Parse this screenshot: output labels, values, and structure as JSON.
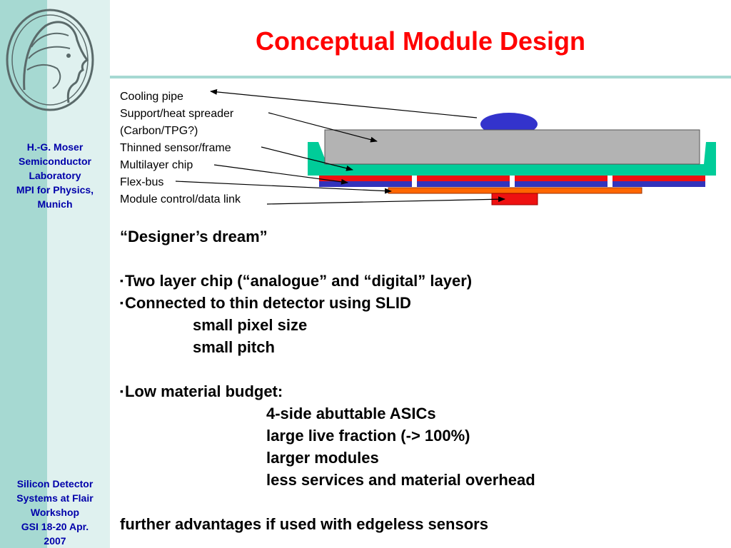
{
  "sidebar": {
    "author_lines": [
      "H.-G. Moser",
      "Semiconductor",
      "Laboratory",
      "MPI for Physics,",
      "Munich"
    ],
    "event_lines": [
      "Silicon Detector",
      "Systems at Flair",
      "Workshop",
      "GSI 18-20 Apr.",
      "2007"
    ]
  },
  "title": "Conceptual Module Design",
  "diagram_labels": {
    "cooling_pipe": "Cooling pipe",
    "support_heat_spreader": "Support/heat spreader",
    "support_note": "(Carbon/TPG?)",
    "thinned_sensor": "Thinned sensor/frame",
    "multilayer_chip": "Multilayer chip",
    "flex_bus": "Flex-bus",
    "module_control": "Module control/data link"
  },
  "colors": {
    "title_red": "#ff0000",
    "sidebar_teal": "#a6d9d2",
    "sidebar_light": "#dff1ef",
    "sidebar_text_blue": "#0000aa",
    "cooling_pipe_blue": "#3333cc",
    "support_gray": "#b3b3b3",
    "sensor_green": "#00cc99",
    "chip_red": "#ee1111",
    "chip_blue": "#3333bb",
    "flex_orange": "#ff6600"
  },
  "body": {
    "designers_dream": "“Designer’s dream”",
    "bullet_marker": "▪",
    "bullet1": "Two layer chip (“analogue” and  “digital” layer)",
    "bullet2": "Connected to thin detector using SLID",
    "sub2a": "small pixel size",
    "sub2b": "small pitch",
    "bullet3": "Low material budget:",
    "sub3a": "4-side abuttable ASICs",
    "sub3b": "large live fraction (-> 100%)",
    "sub3c": "larger modules",
    "sub3d": "less services and material overhead",
    "closing": "further advantages if used with edgeless sensors"
  }
}
